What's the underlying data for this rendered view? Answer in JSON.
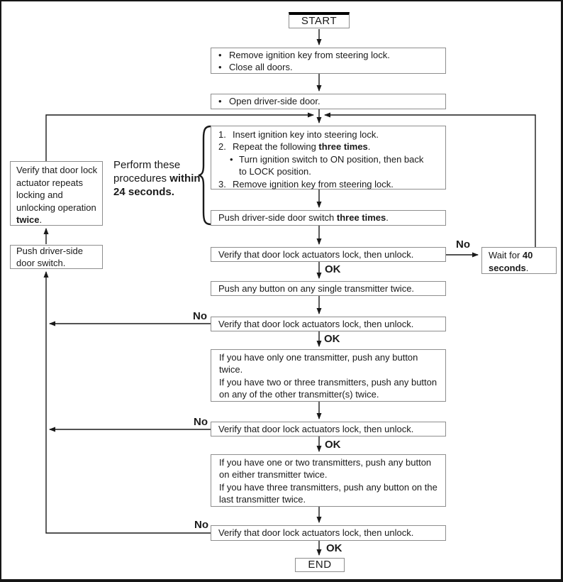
{
  "bullet": "•",
  "labels": {
    "start": "START",
    "end": "END",
    "ok": "OK",
    "no": "No"
  },
  "boxes": {
    "step1_line1": "Remove ignition key from steering lock.",
    "step1_line2": "Close all doors.",
    "step2_line1": "Open driver-side door.",
    "proc": {
      "n1": "1.",
      "t1": "Insert ignition key into steering lock.",
      "n2": "2.",
      "t2_pre": "Repeat the following ",
      "t2_bold": "three times",
      "t2_post": ".",
      "t2a": "Turn ignition switch to ON position, then back to LOCK position.",
      "n3": "3.",
      "t3": "Remove ignition key from steering lock."
    },
    "push3": {
      "pre": "Push driver-side door switch ",
      "bold": "three times",
      "post": "."
    },
    "verify": "Verify that door lock actuators lock, then unlock.",
    "push_any": "Push any button on any single transmitter twice.",
    "trans1_p1": "If you have only one transmitter, push any button twice.",
    "trans1_p2": "If you have two or three transmitters, push any button on any of the other transmitter(s) twice.",
    "trans2_p1": "If you have one or two transmitters, push any button on either transmitter twice.",
    "trans2_p2": "If you have three transmitters, push any button on the last transmitter twice.",
    "left_verify": {
      "pre": "Verify that door lock actuator repeats locking and unlocking operation ",
      "bold": "twice",
      "post": "."
    },
    "left_push": "Push driver-side door switch.",
    "wait": {
      "pre": "Wait for ",
      "bold": "40 seconds",
      "post": "."
    },
    "annotation": {
      "pre": "Perform these procedures ",
      "bold": "within 24 seconds."
    }
  },
  "colors": {
    "line": "#1a1a1a",
    "box_border": "#8e8e8e",
    "text": "#1a1a1a",
    "background": "#ffffff"
  }
}
